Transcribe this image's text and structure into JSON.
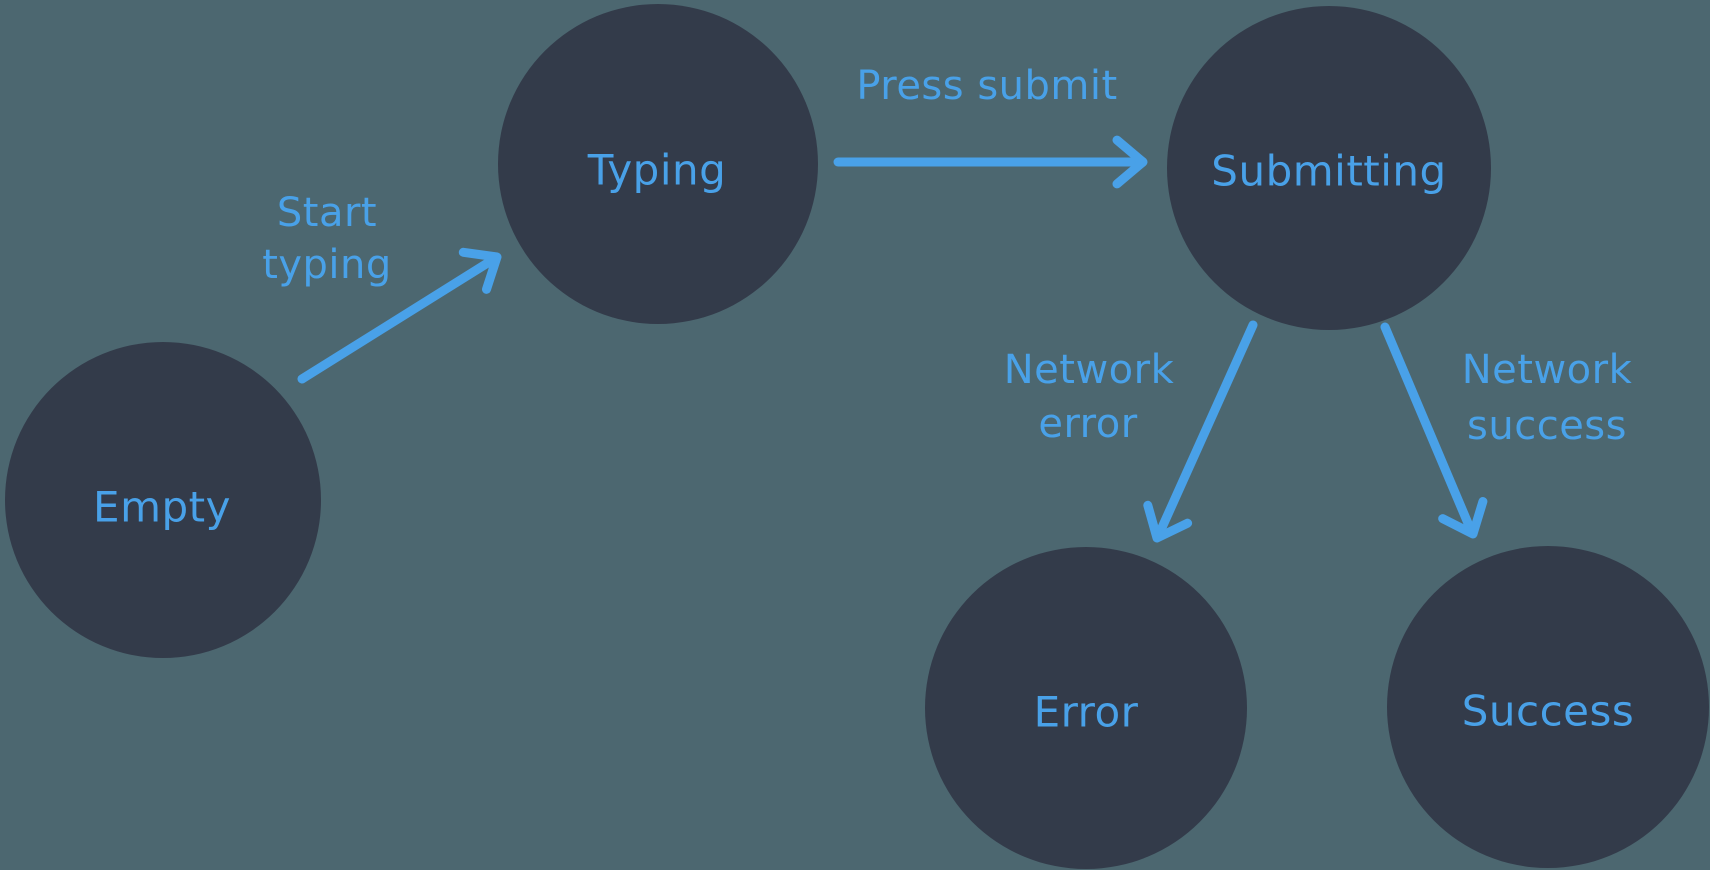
{
  "diagram": {
    "type": "state-machine",
    "colors": {
      "background": "#4C6770",
      "node": "#333B4A",
      "accent": "#49A1E8"
    },
    "nodes": [
      {
        "id": "empty",
        "label": "Empty"
      },
      {
        "id": "typing",
        "label": "Typing"
      },
      {
        "id": "submitting",
        "label": "Submitting"
      },
      {
        "id": "error",
        "label": "Error"
      },
      {
        "id": "success",
        "label": "Success"
      }
    ],
    "edges": [
      {
        "from": "empty",
        "to": "typing",
        "label_lines": [
          "Start",
          "typing"
        ]
      },
      {
        "from": "typing",
        "to": "submitting",
        "label_lines": [
          "Press submit"
        ]
      },
      {
        "from": "submitting",
        "to": "error",
        "label_lines": [
          "Network",
          "error"
        ]
      },
      {
        "from": "submitting",
        "to": "success",
        "label_lines": [
          "Network",
          "success"
        ]
      }
    ]
  }
}
